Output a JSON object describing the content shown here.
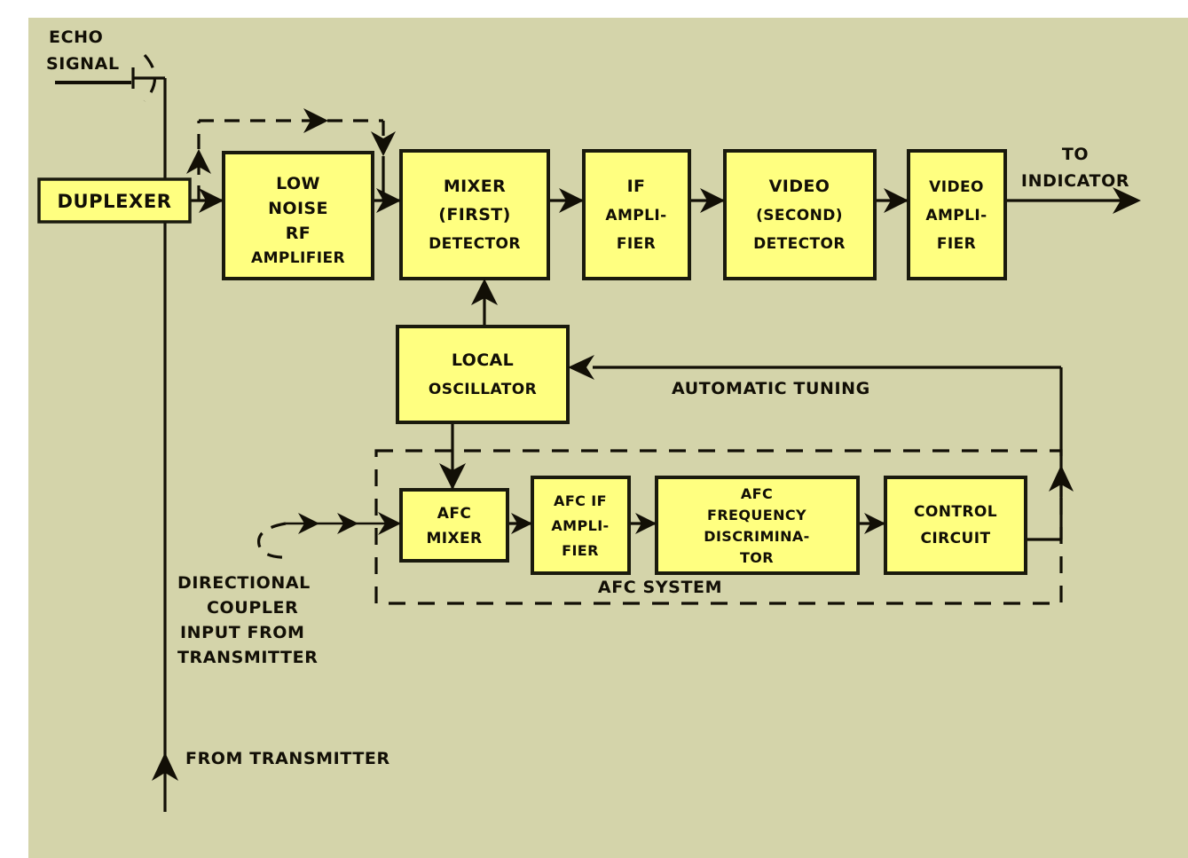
{
  "diagram": {
    "title": "Radar Receiver Block Diagram",
    "background_color": "#d4d4aa",
    "block_fill_color": "#ffff80",
    "line_color": "#120f06",
    "blocks": [
      {
        "id": "duplexer",
        "label_lines": [
          "DUPLEXER"
        ]
      },
      {
        "id": "rf_amplifier",
        "label_lines": [
          "LOW",
          "NOISE",
          "RF",
          "AMPLIFIER"
        ]
      },
      {
        "id": "mixer",
        "label_lines": [
          "MIXER",
          "(FIRST)",
          "DETECTOR"
        ]
      },
      {
        "id": "if_amplifier",
        "label_lines": [
          "IF",
          "AMPLI-",
          "FIER"
        ]
      },
      {
        "id": "video_detector",
        "label_lines": [
          "VIDEO",
          "(SECOND)",
          "DETECTOR"
        ]
      },
      {
        "id": "video_amplifier",
        "label_lines": [
          "VIDEO",
          "AMPLI-",
          "FIER"
        ]
      },
      {
        "id": "local_oscillator",
        "label_lines": [
          "LOCAL",
          "OSCILLATOR"
        ]
      },
      {
        "id": "afc_mixer",
        "label_lines": [
          "AFC",
          "MIXER"
        ]
      },
      {
        "id": "afc_if_amplifier",
        "label_lines": [
          "AFC IF",
          "AMPLI-",
          "FIER"
        ]
      },
      {
        "id": "afc_discriminator",
        "label_lines": [
          "AFC",
          "FREQUENCY",
          "DISCRIMINA-",
          "TOR"
        ]
      },
      {
        "id": "control_circuit",
        "label_lines": [
          "CONTROL",
          "CIRCUIT"
        ]
      }
    ],
    "labels": {
      "echo_signal_line1": "ECHO",
      "echo_signal_line2": "SIGNAL",
      "to_indicator_line1": "TO",
      "to_indicator_line2": "INDICATOR",
      "automatic_tuning": "AUTOMATIC TUNING",
      "afc_system": "AFC SYSTEM",
      "directional_coupler_line1": "DIRECTIONAL",
      "directional_coupler_line2": "COUPLER",
      "directional_coupler_line3": "INPUT FROM",
      "directional_coupler_line4": "TRANSMITTER",
      "from_transmitter": "FROM TRANSMITTER"
    }
  }
}
